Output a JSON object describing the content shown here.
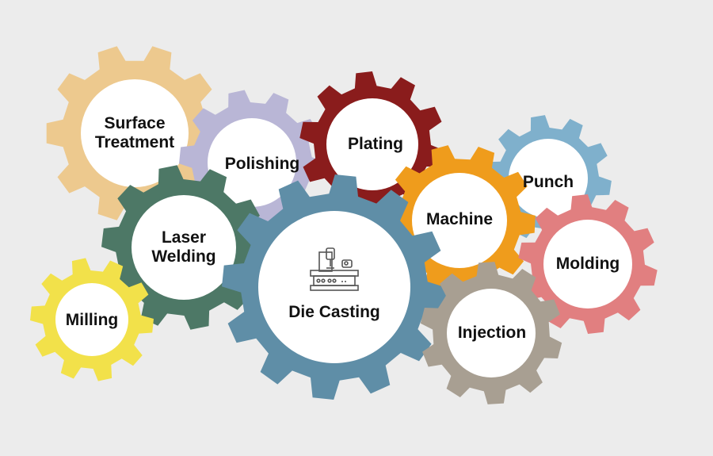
{
  "gears": [
    {
      "id": "surface-treatment",
      "label": "Surface Treatment",
      "line1": "Surface",
      "line2": "Treatment",
      "color": "#edc98e"
    },
    {
      "id": "polishing",
      "label": "Polishing",
      "color": "#b9b6d6"
    },
    {
      "id": "plating",
      "label": "Plating",
      "color": "#8a1c1c"
    },
    {
      "id": "punch",
      "label": "Punch",
      "color": "#7fb0cc"
    },
    {
      "id": "machine",
      "label": "Machine",
      "color": "#ef9c1c"
    },
    {
      "id": "molding",
      "label": "Molding",
      "color": "#e17f80"
    },
    {
      "id": "laser-welding",
      "label": "Laser Welding",
      "line1": "Laser",
      "line2": "Welding",
      "color": "#4d7866"
    },
    {
      "id": "milling",
      "label": "Milling",
      "color": "#f2e14a"
    },
    {
      "id": "die-casting",
      "label": "Die Casting",
      "color": "#5f8ea7",
      "icon": "die-casting-machine-icon"
    },
    {
      "id": "injection",
      "label": "Injection",
      "color": "#a89f92"
    }
  ]
}
